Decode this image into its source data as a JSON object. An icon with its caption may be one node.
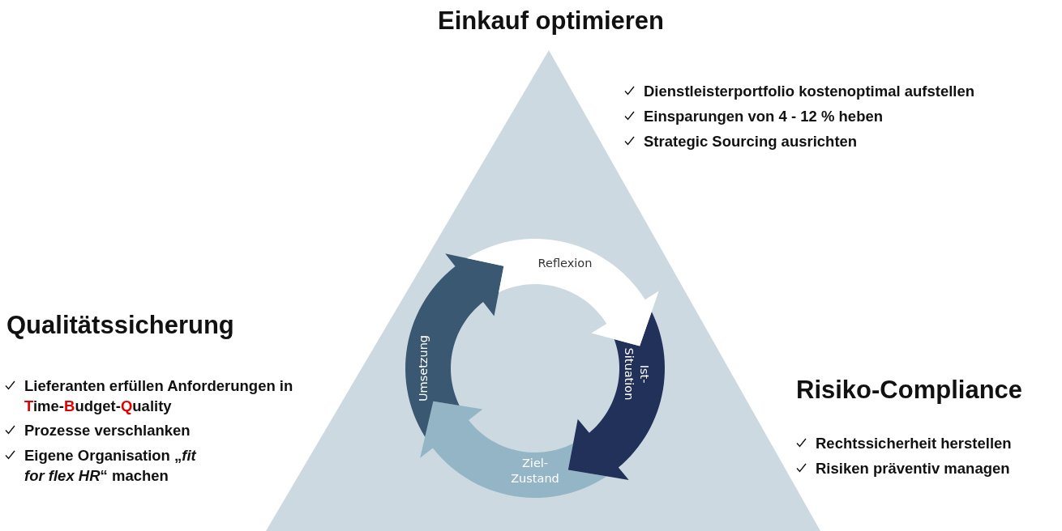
{
  "diagram": {
    "nodes": [
      {
        "text": [
          "Reflexion"
        ]
      },
      {
        "text": [
          "Ist- Situation"
        ]
      },
      {
        "text": [
          "Ziel- Zustand"
        ]
      },
      {
        "text": [
          "Umsetzung"
        ]
      }
    ],
    "labels": [
      "Einkauf optimieren",
      "Dienstleisterportfolio kostenoptimal aufstellen",
      "Einsparungen von 4 - 12 % heben",
      "Strategic Sourcing ausrichten",
      "Qualitätssicherung",
      "Lieferanten erfüllen Anforderungen in Time-Budget-Quality",
      "Prozesse verschlanken",
      "Eigene Organisation „*fit for flex HR*“ machen",
      "Risiko-Compliance",
      "Rechtssicherheit herstellen",
      "Risiken präventiv managen"
    ]
  }
}
